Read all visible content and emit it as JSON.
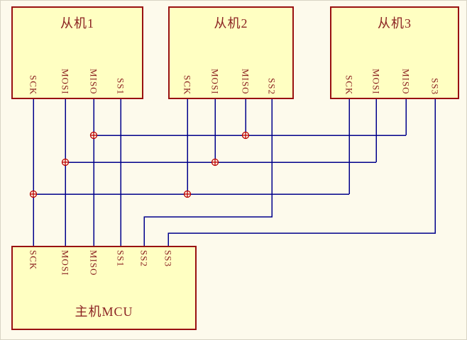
{
  "diagram": {
    "slaves": [
      {
        "title": "从机1",
        "pins": [
          "SCK",
          "MOSI",
          "MISO",
          "SS1"
        ]
      },
      {
        "title": "从机2",
        "pins": [
          "SCK",
          "MOSI",
          "MISO",
          "SS2"
        ]
      },
      {
        "title": "从机3",
        "pins": [
          "SCK",
          "MOSI",
          "MISO",
          "SS3"
        ]
      }
    ],
    "master": {
      "title": "主机MCU",
      "pins": [
        "SCK",
        "MOSI",
        "MISO",
        "SS1",
        "SS2",
        "SS3"
      ]
    },
    "colors": {
      "background": "#FDFAEC",
      "box_fill": "#FFFFC2",
      "box_border": "#991111",
      "label_text": "#8B2222",
      "wire": "#00008B",
      "junction": "#BB0000"
    }
  }
}
